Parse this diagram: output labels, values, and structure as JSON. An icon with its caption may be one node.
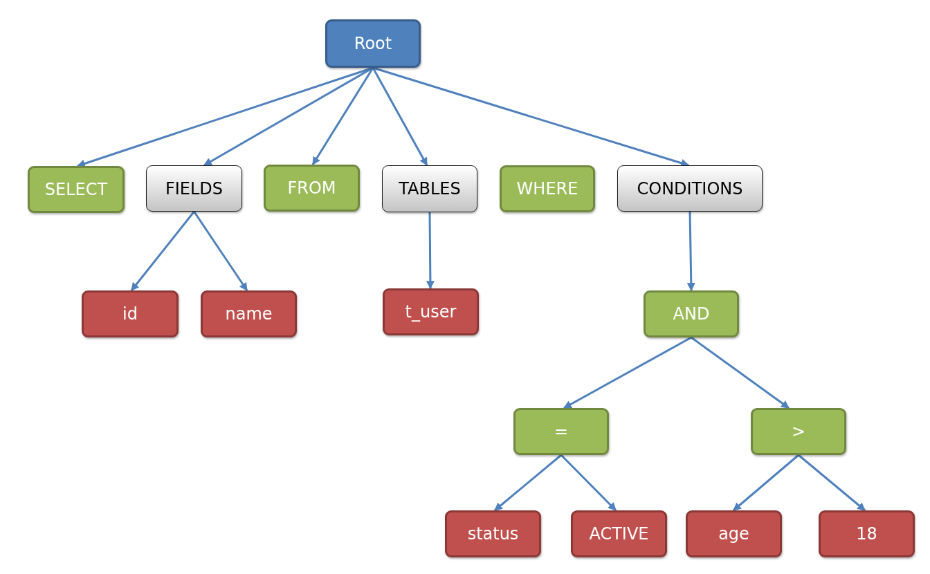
{
  "diagram": {
    "nodes": [
      {
        "text": [
          "Root"
        ]
      },
      {
        "text": [
          "SELECT"
        ]
      },
      {
        "text": [
          "FIELDS"
        ]
      },
      {
        "text": [
          "FROM"
        ]
      },
      {
        "text": [
          "TABLES"
        ]
      },
      {
        "text": [
          "WHERE"
        ]
      },
      {
        "text": [
          "CONDITIONS"
        ]
      },
      {
        "text": [
          "id"
        ]
      },
      {
        "text": [
          "name"
        ]
      },
      {
        "text": [
          "t_user"
        ]
      },
      {
        "text": [
          "AND"
        ]
      },
      {
        "text": [
          "="
        ]
      },
      {
        "text": [
          ">"
        ]
      },
      {
        "text": [
          "status"
        ]
      },
      {
        "text": [
          "ACTIVE"
        ]
      },
      {
        "text": [
          "age"
        ]
      },
      {
        "text": [
          "18"
        ]
      }
    ],
    "edges": [
      {
        "from": 0,
        "to": 1,
        "arrow": "to"
      },
      {
        "from": 0,
        "to": 2,
        "arrow": "to"
      },
      {
        "from": 0,
        "to": 3,
        "arrow": "to"
      },
      {
        "from": 0,
        "to": 4,
        "arrow": "to"
      },
      {
        "from": 0,
        "to": 6,
        "arrow": "to"
      },
      {
        "from": 2,
        "to": 7,
        "arrow": "to"
      },
      {
        "from": 2,
        "to": 8,
        "arrow": "to"
      },
      {
        "from": 4,
        "to": 9,
        "arrow": "to"
      },
      {
        "from": 6,
        "to": 10,
        "arrow": "to"
      },
      {
        "from": 10,
        "to": 11,
        "arrow": "to"
      },
      {
        "from": 10,
        "to": 12,
        "arrow": "to"
      },
      {
        "from": 11,
        "to": 13,
        "arrow": "to"
      },
      {
        "from": 11,
        "to": 14,
        "arrow": "to"
      },
      {
        "from": 12,
        "to": 15,
        "arrow": "to"
      },
      {
        "from": 12,
        "to": 16,
        "arrow": "to"
      }
    ]
  }
}
